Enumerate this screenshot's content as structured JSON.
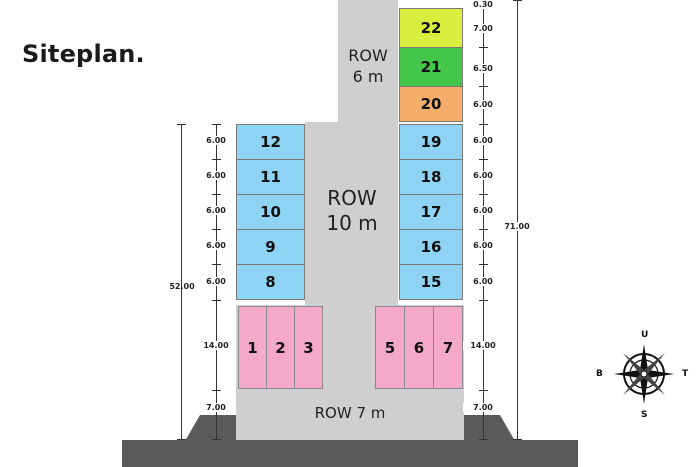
{
  "title": "Siteplan.",
  "roads": {
    "north": [
      "ROW",
      "6 m"
    ],
    "center": [
      "ROW",
      "10 m"
    ],
    "south": "ROW 7 m"
  },
  "lots": {
    "left_top": [
      "12",
      "11",
      "10",
      "9",
      "8"
    ],
    "left_bottom": [
      "1",
      "2",
      "3"
    ],
    "right_bottom": [
      "5",
      "6",
      "7"
    ],
    "right_stack": [
      "22",
      "21",
      "20",
      "19",
      "18",
      "17",
      "16",
      "15"
    ]
  },
  "colors": {
    "blue": "#8fd3f4",
    "pink": "#f4a9c8",
    "yellow": "#d9ef3f",
    "green": "#43c64a",
    "orange": "#f5ad6c",
    "road": "#cfcfcf"
  },
  "dimensions": {
    "left_total": "52.00",
    "right_total": "71.00",
    "left": [
      "6.00",
      "6.00",
      "6.00",
      "6.00",
      "6.00",
      "14.00",
      "7.00"
    ],
    "right": [
      "0.30",
      "7.00",
      "6.50",
      "6.00",
      "6.00",
      "6.00",
      "6.00",
      "6.00",
      "6.00",
      "14.00",
      "7.00"
    ]
  },
  "compass": {
    "north": "U",
    "south": "S",
    "west": "B",
    "east": "T"
  }
}
